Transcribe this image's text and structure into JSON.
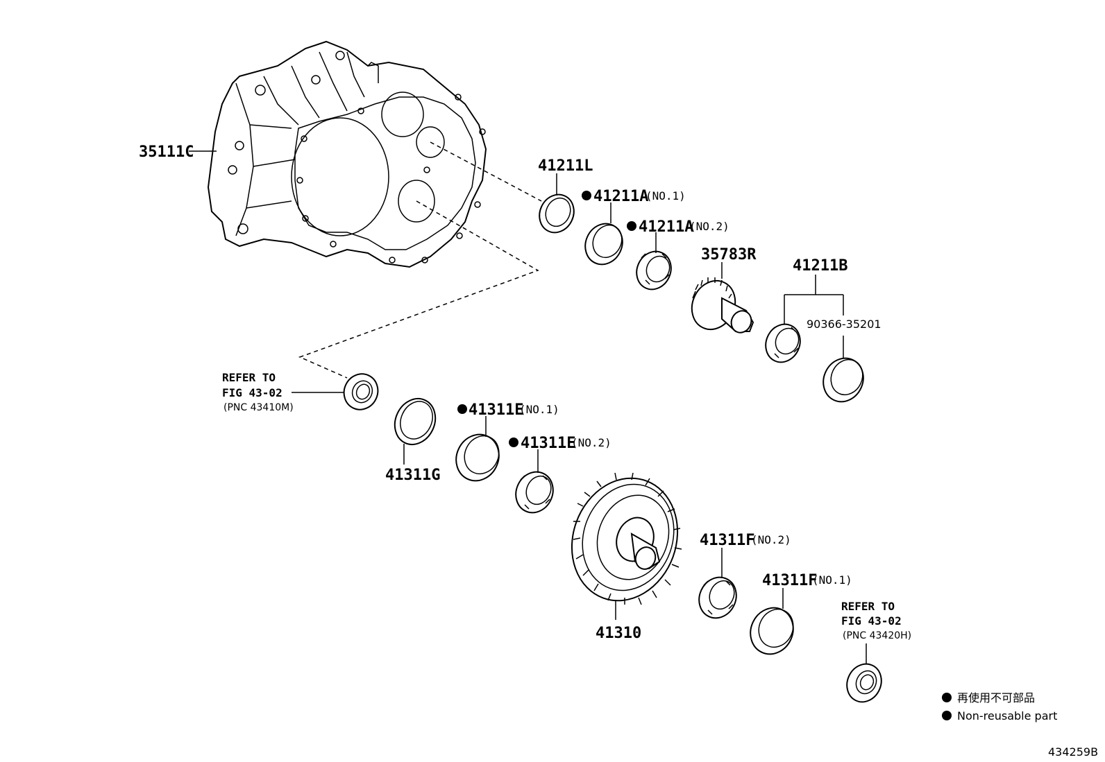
{
  "labels": {
    "housing": "35111C",
    "seal_a": "41211L",
    "bearing_a1": "41211A",
    "bearing_a1_note": "(NO.1)",
    "bearing_a2": "41211A",
    "bearing_a2_note": "(NO.2)",
    "gear_a": "35783R",
    "kit_b": "41211B",
    "race_b": "90366-35201",
    "refer1_line1": "REFER TO",
    "refer1_line2": "FIG 43-02",
    "refer1_line3": "(PNC 43410M)",
    "shim_g": "41311G",
    "bearing_e1": "41311E",
    "bearing_e1_note": "(NO.1)",
    "bearing_e2": "41311E",
    "bearing_e2_note": "(NO.2)",
    "ring_gear": "41310",
    "bearing_f2": "41311F",
    "bearing_f2_note": "(NO.2)",
    "bearing_f1": "41311F",
    "bearing_f1_note": "(NO.1)",
    "refer2_line1": "REFER TO",
    "refer2_line2": "FIG 43-02",
    "refer2_line3": "(PNC 43420H)"
  },
  "legend": {
    "jp": "再使用不可部品",
    "en": "Non-reusable part"
  },
  "figure_code": "434259B"
}
